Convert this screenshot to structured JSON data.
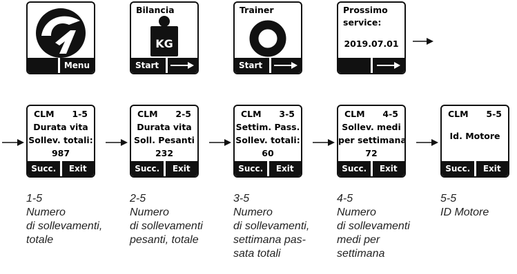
{
  "top_row": {
    "logo_screen": {
      "right_button": "Menu"
    },
    "scale_screen": {
      "title": "Bilancia",
      "weight_label": "KG",
      "left_button": "Start"
    },
    "trainer_screen": {
      "title": "Trainer",
      "left_button": "Start"
    },
    "service_screen": {
      "title_line1": "Prossimo",
      "title_line2": "service:",
      "date": "2019.07.01"
    }
  },
  "clm_screens": [
    {
      "title": "CLM",
      "page": "1-5",
      "line1": "Durata vita",
      "line2": "Sollev. totali:",
      "value": "987",
      "left_button": "Succ.",
      "right_button": "Exit"
    },
    {
      "title": "CLM",
      "page": "2-5",
      "line1": "Durata vita",
      "line2": "Soll. Pesanti",
      "value": "232",
      "left_button": "Succ.",
      "right_button": "Exit"
    },
    {
      "title": "CLM",
      "page": "3-5",
      "line1": "Settim. Pass.",
      "line2": "Sollev. totali:",
      "value": "60",
      "left_button": "Succ.",
      "right_button": "Exit"
    },
    {
      "title": "CLM",
      "page": "4-5",
      "line1": "Sollev. medi",
      "line2": "per settimana",
      "value": "72",
      "left_button": "Succ.",
      "right_button": "Exit"
    },
    {
      "title": "CLM",
      "page": "5-5",
      "line1": "Id. Motore",
      "line2": "",
      "value": "",
      "left_button": "Succ.",
      "right_button": "Exit"
    }
  ],
  "captions": [
    [
      "1-5",
      "Numero",
      "di sollevamenti,",
      "totale"
    ],
    [
      "2-5",
      "Numero",
      "di sollevamenti",
      "pesanti, totale"
    ],
    [
      "3-5",
      "Numero",
      "di sollevamenti,",
      "settimana pas-",
      "sata totali"
    ],
    [
      "4-5",
      "Numero",
      "di sollevamenti",
      "medi per",
      "settimana"
    ],
    [
      "5-5",
      "ID Motore"
    ]
  ]
}
